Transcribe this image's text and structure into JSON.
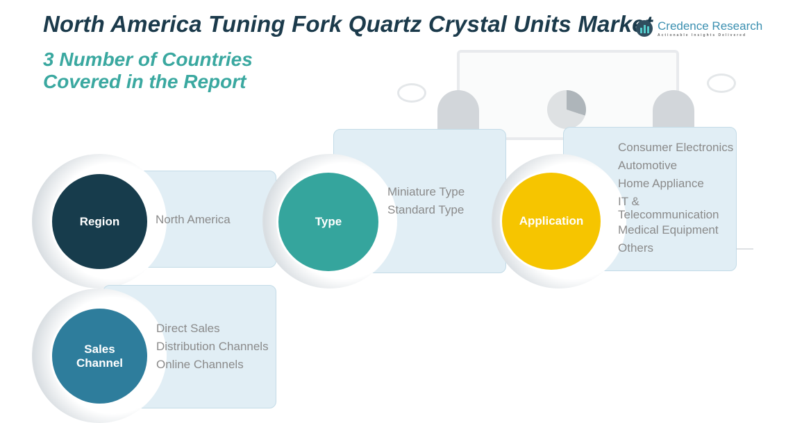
{
  "title": "North America Tuning Fork Quartz Crystal Units Market",
  "subtitle": [
    "3 Number of Countries",
    "Covered in the Report"
  ],
  "logo": {
    "name": "Credence Research",
    "tagline": "Actionable Insights Delivered"
  },
  "segments": {
    "region": {
      "label": "Region",
      "items": [
        "North America"
      ],
      "color": "#173c4c"
    },
    "type": {
      "label": "Type",
      "items": [
        "Miniature Type",
        "Standard Type"
      ],
      "color": "#35a59d"
    },
    "application": {
      "label": "Application",
      "items": [
        "Consumer Electronics",
        "Automotive",
        "Home Appliance",
        "IT &",
        "Telecommunication",
        "Medical Equipment",
        "Others"
      ],
      "color": "#f6c500"
    },
    "sales": {
      "label_1": "Sales",
      "label_2": "Channel",
      "items": [
        "Direct Sales",
        "Distribution Channels",
        "Online Channels"
      ],
      "color": "#2e7d9c"
    }
  }
}
